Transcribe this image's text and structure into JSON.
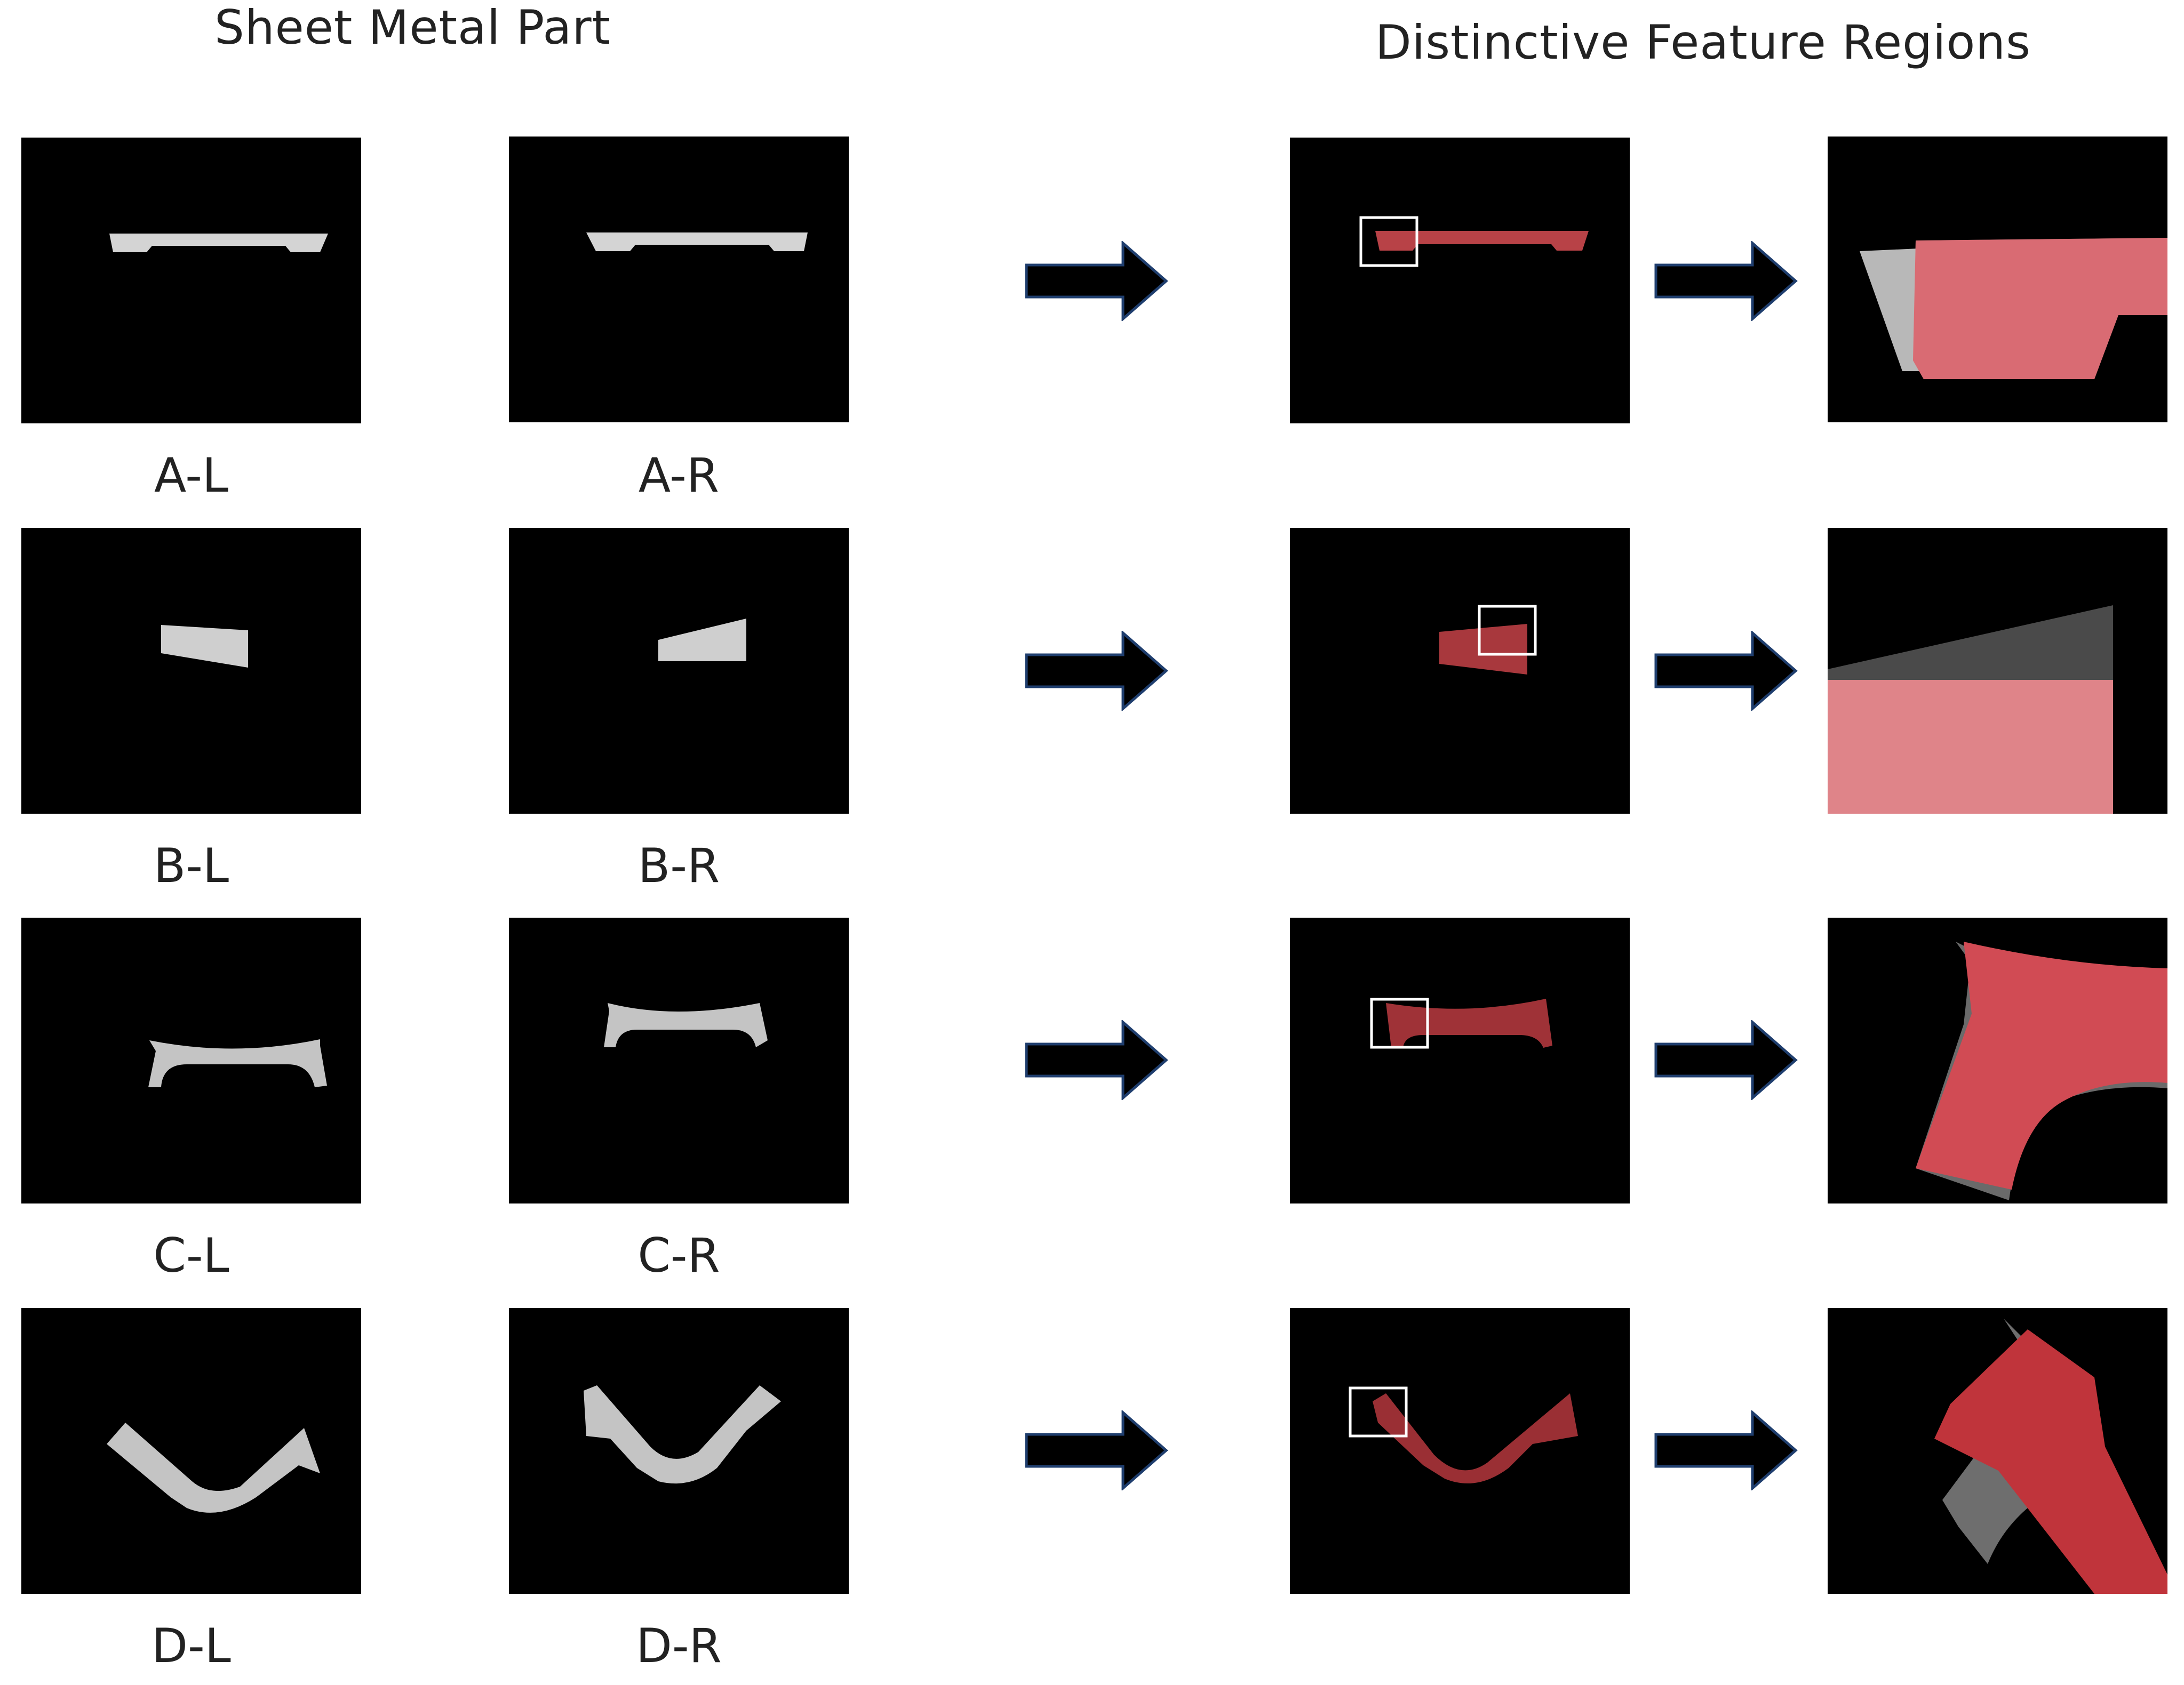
{
  "titles": {
    "left": "Sheet Metal Part",
    "right": "Distinctive Feature Regions"
  },
  "rows": [
    {
      "left_label": "A-L",
      "right_label": "A-R"
    },
    {
      "left_label": "B-L",
      "right_label": "B-R"
    },
    {
      "left_label": "C-L",
      "right_label": "C-R"
    },
    {
      "left_label": "D-L",
      "right_label": "D-R"
    }
  ],
  "colors": {
    "panel_background": "#000000",
    "part_gray": "#c8c8c8",
    "feature_overlay_red": "#c83a3e",
    "arrow_fill": "#000000",
    "arrow_outline": "#1f3e6e",
    "highlight_box": "#ffffff"
  }
}
